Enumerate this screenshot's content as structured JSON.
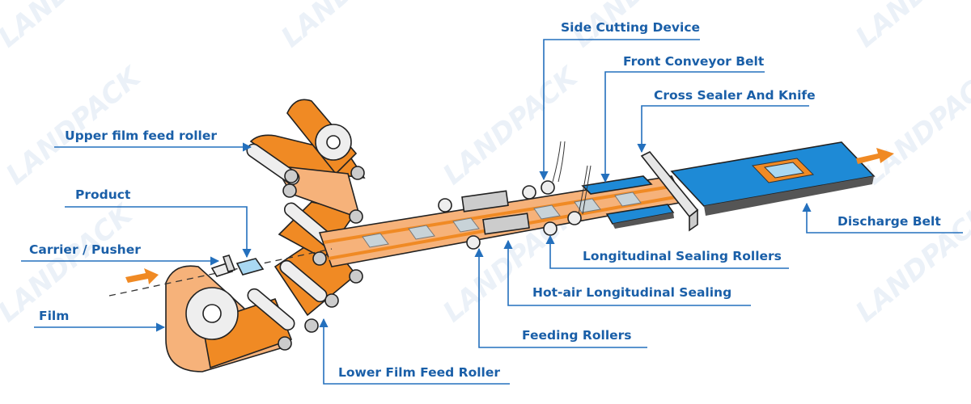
{
  "watermark": "LANDPACK",
  "labels": {
    "side_cutting": "Side Cutting Device",
    "front_conveyor": "Front Conveyor Belt",
    "cross_sealer": "Cross Sealer And Knife",
    "upper_film": "Upper film feed roller",
    "product": "Product",
    "carrier": "Carrier / Pusher",
    "film": "Film",
    "lower_film": "Lower Film Feed Roller",
    "feeding_rollers": "Feeding Rollers",
    "hot_air": "Hot-air Longitudinal Sealing",
    "long_rollers": "Longitudinal Sealing Rollers",
    "discharge": "Discharge Belt"
  },
  "colors": {
    "label": "#1a5fa8",
    "line": "#2470bd",
    "film": "#f08a24",
    "film_light": "#f6b27a",
    "belt": "#1e8ad6",
    "product": "#a9d8f2"
  }
}
